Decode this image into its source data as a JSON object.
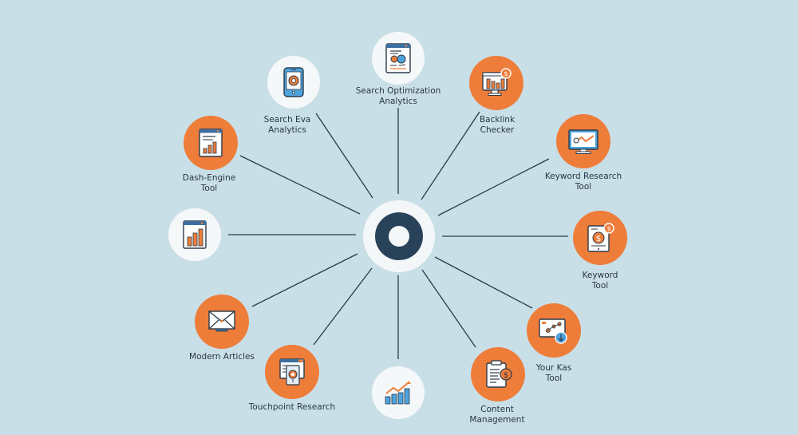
{
  "diagram": {
    "type": "hub-and-spoke",
    "background_color": "#c9dfe8",
    "line_color": "#2a3a4a",
    "accent_orange": "#ee7d3a",
    "accent_white": "#f5f8f9",
    "hub": {
      "icon": "ring-icon",
      "ring_color": "#28425a"
    },
    "nodes": [
      {
        "id": "top",
        "label_line1": "Search Optimization",
        "label_line2": "Analytics",
        "icon": "web-page-analytics-icon",
        "style": "white"
      },
      {
        "id": "top-left",
        "label_line1": "Search Eva",
        "label_line2": "Analytics",
        "icon": "mobile-gear-icon",
        "style": "white"
      },
      {
        "id": "top-right",
        "label_line1": "Backlink",
        "label_line2": "Checker",
        "icon": "monitor-chart-icon",
        "style": "orange"
      },
      {
        "id": "left-upper",
        "label_line1": "Dash-Engine",
        "label_line2": "Tool",
        "icon": "browser-bar-chart-icon",
        "style": "orange"
      },
      {
        "id": "right-upper",
        "label_line1": "Keyword Research",
        "label_line2": "Tool",
        "icon": "monitor-trend-icon",
        "style": "orange"
      },
      {
        "id": "left",
        "label_line1": "",
        "label_line2": "",
        "icon": "browser-bar-chart-icon",
        "style": "white"
      },
      {
        "id": "right",
        "label_line1": "Keyword",
        "label_line2": "Tool",
        "icon": "tablet-dollar-icon",
        "style": "orange"
      },
      {
        "id": "left-lower",
        "label_line1": "Modern Articles",
        "label_line2": "",
        "icon": "envelope-icon",
        "style": "orange"
      },
      {
        "id": "right-lower",
        "label_line1": "Your Kas",
        "label_line2": "Tool",
        "icon": "map-download-icon",
        "style": "orange"
      },
      {
        "id": "bottom-left",
        "label_line1": "Touchpoint Research",
        "label_line2": "",
        "icon": "document-target-icon",
        "style": "orange"
      },
      {
        "id": "bottom",
        "label_line1": "",
        "label_line2": "",
        "icon": "growth-chart-icon",
        "style": "white"
      },
      {
        "id": "bottom-right",
        "label_line1": "Content",
        "label_line2": "Management",
        "icon": "clipboard-dollar-icon",
        "style": "orange"
      }
    ]
  }
}
